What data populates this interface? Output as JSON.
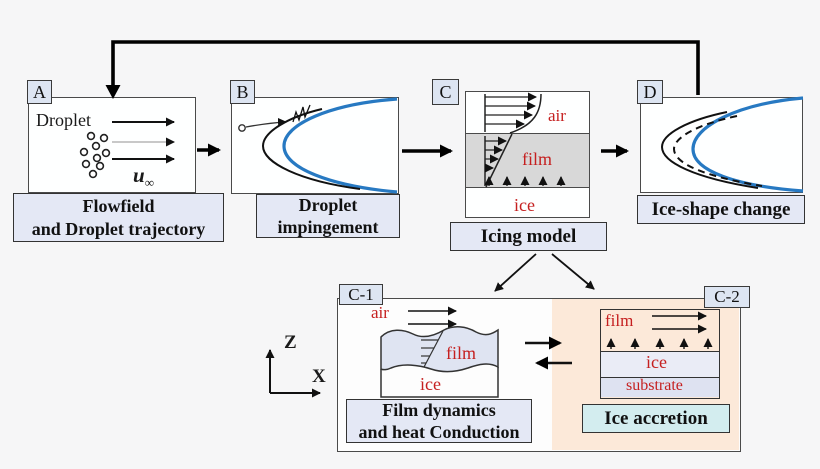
{
  "figure": {
    "description_labels": {
      "z_axis": "Z",
      "x_axis": "X"
    },
    "colors": {
      "accent_blue": "#2779c2",
      "label_red": "#c51f1f",
      "peach_bg": "#fce9d9",
      "caption_bg": "#e4e8f5",
      "tag_bg": "#dde5f2",
      "cyan_bg": "#d3edef",
      "film_gray": "#d8d8d8",
      "film_lavender": "#dfe4f2",
      "ice_band": "#eaecf6",
      "substrate_band": "#dee2f1"
    },
    "panel_a": {
      "tag": "A",
      "droplet_label": "Droplet",
      "velocity_symbol": "u",
      "velocity_subscript": "∞",
      "caption_line1": "Flowfield",
      "caption_line2": "and Droplet trajectory"
    },
    "panel_b": {
      "tag": "B",
      "caption_line1": "Droplet",
      "caption_line2": "impingement"
    },
    "panel_c": {
      "tag": "C",
      "layer_air": "air",
      "layer_film": "film",
      "layer_ice": "ice",
      "caption": "Icing model"
    },
    "panel_d": {
      "tag": "D",
      "caption": "Ice-shape change"
    },
    "panel_c1": {
      "tag": "C-1",
      "layer_air": "air",
      "layer_film": "film",
      "layer_ice": "ice",
      "caption_line1": "Film dynamics",
      "caption_line2": "and heat Conduction"
    },
    "panel_c2": {
      "tag": "C-2",
      "layer_film": "film",
      "layer_ice": "ice",
      "layer_substrate": "substrate",
      "caption": "Ice accretion"
    }
  }
}
